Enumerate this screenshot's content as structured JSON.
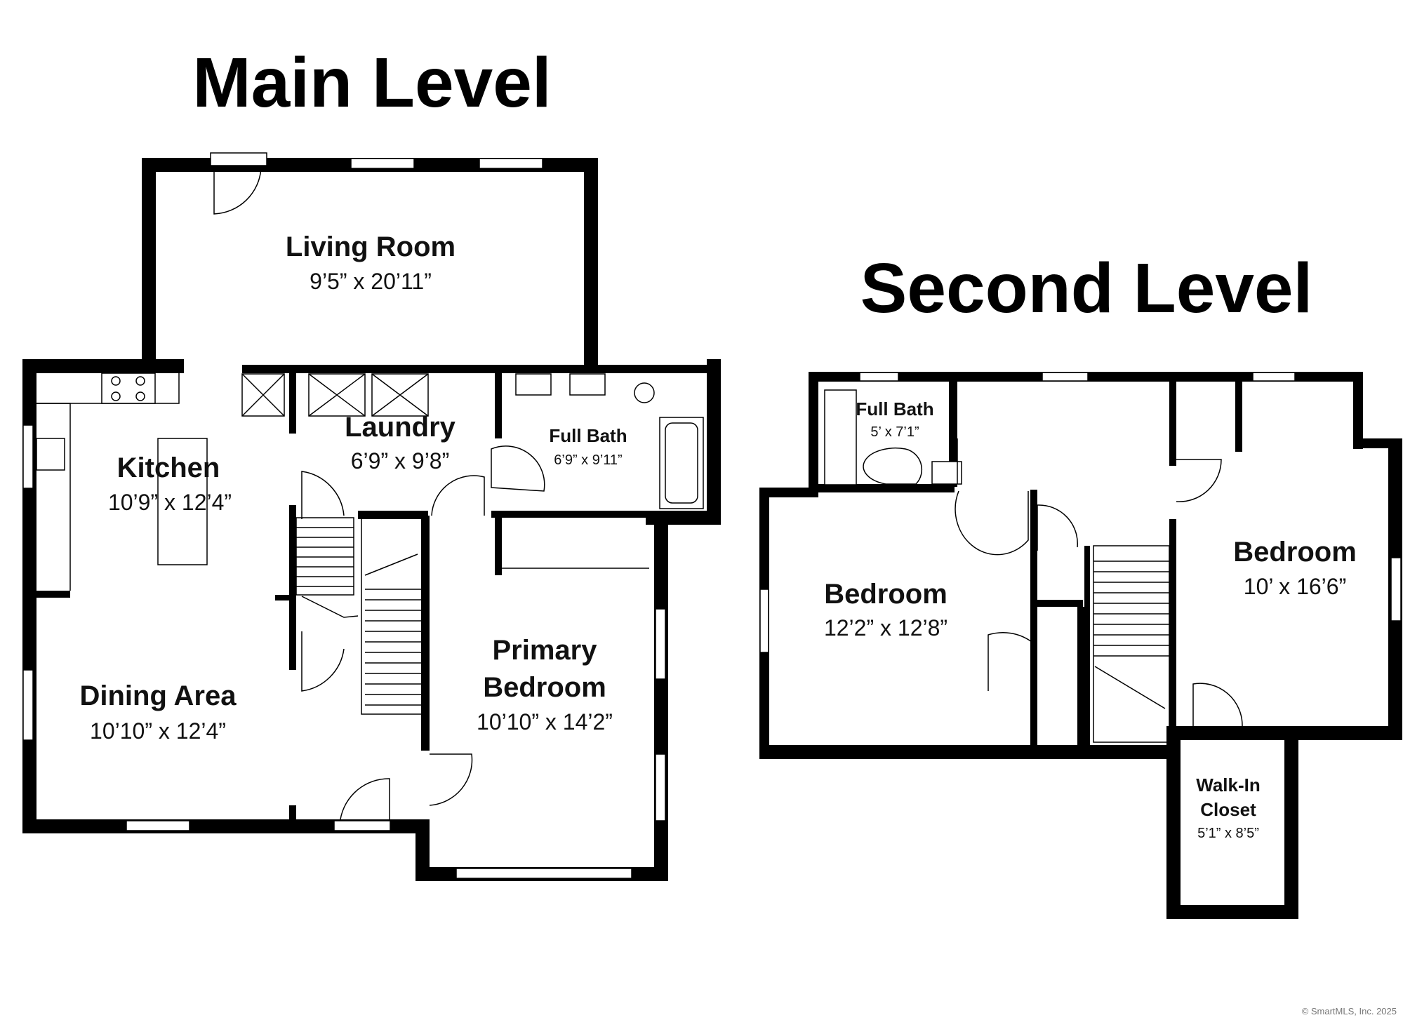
{
  "levels": {
    "main": "Main Level",
    "second": "Second Level"
  },
  "main_rooms": {
    "living_room": {
      "name": "Living Room",
      "dim": "9’5” x 20’11”"
    },
    "kitchen": {
      "name": "Kitchen",
      "dim": "10’9” x 12’4”"
    },
    "laundry": {
      "name": "Laundry",
      "dim": "6’9” x 9’8”"
    },
    "full_bath": {
      "name": "Full Bath",
      "dim": "6’9” x 9’11”"
    },
    "dining_area": {
      "name": "Dining Area",
      "dim": "10’10” x 12’4”"
    },
    "primary_bedroom": {
      "name_line1": "Primary",
      "name_line2": "Bedroom",
      "dim": "10’10” x 14’2”"
    }
  },
  "second_rooms": {
    "full_bath": {
      "name": "Full Bath",
      "dim": "5’ x 7’1”"
    },
    "bedroom_left": {
      "name": "Bedroom",
      "dim": "12’2” x 12’8”"
    },
    "bedroom_right": {
      "name": "Bedroom",
      "dim": "10’ x 16’6”"
    },
    "walk_in_closet": {
      "name_line1": "Walk-In",
      "name_line2": "Closet",
      "dim": "5’1” x 8’5”"
    }
  },
  "copyright": "© SmartMLS, Inc. 2025",
  "colors": {
    "wall": "#000000",
    "background": "#ffffff"
  }
}
